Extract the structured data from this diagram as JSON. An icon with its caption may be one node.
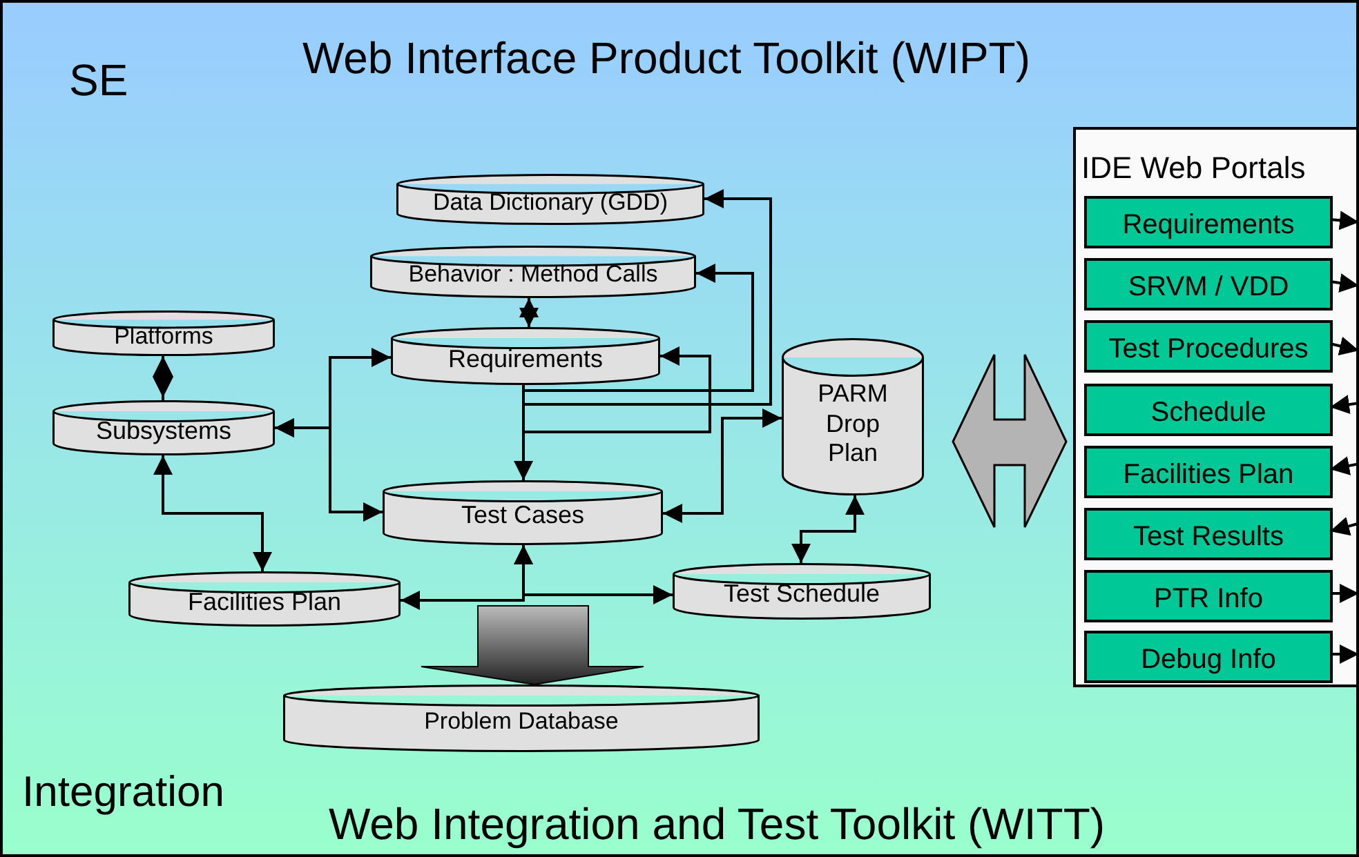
{
  "diagram": {
    "title": "Web Interface Product Toolkit (WIPT)",
    "nodes": [
      {
        "text": [
          "Data Dictionary (GDD)"
        ]
      },
      {
        "text": [
          "Behavior : Method Calls"
        ]
      },
      {
        "text": [
          "Platforms"
        ]
      },
      {
        "text": [
          "Requirements"
        ]
      },
      {
        "text": [
          "Subsystems"
        ]
      },
      {
        "text": [
          "PARM Drop Plan"
        ]
      },
      {
        "text": [
          "Test Cases"
        ]
      },
      {
        "text": [
          "Facilities Plan"
        ]
      },
      {
        "text": [
          "Test Schedule"
        ]
      },
      {
        "text": [
          "Problem Database"
        ]
      },
      {
        "text": [
          "IDE Web Portals"
        ]
      },
      {
        "text": [
          "Requirements"
        ],
        "in": 10
      },
      {
        "text": [
          "SRVM / VDD"
        ],
        "in": 10
      },
      {
        "text": [
          "Test Procedures"
        ],
        "in": 10
      },
      {
        "text": [
          "Schedule"
        ],
        "in": 10
      },
      {
        "text": [
          "Facilities Plan"
        ],
        "in": 10
      },
      {
        "text": [
          "Test Results"
        ],
        "in": 10
      },
      {
        "text": [
          "PTR Info"
        ],
        "in": 10
      },
      {
        "text": [
          "Debug Info"
        ],
        "in": 10
      }
    ],
    "edges": [
      {
        "from": 2,
        "to": 4,
        "arrow": "other"
      },
      {
        "from": 1,
        "to": 3,
        "arrow": "both"
      },
      {
        "from": 4,
        "to": 3,
        "arrow": "both"
      },
      {
        "from": 4,
        "to": 6,
        "arrow": "both"
      },
      {
        "from": 4,
        "to": 7,
        "arrow": "both"
      },
      {
        "from": 3,
        "to": 6,
        "arrow": "to"
      },
      {
        "from": 3,
        "to": 0,
        "arrow": "to"
      },
      {
        "from": 3,
        "to": 1,
        "arrow": "to"
      },
      {
        "from": 6,
        "to": 3,
        "arrow": "to"
      },
      {
        "from": 6,
        "to": 5,
        "arrow": "both"
      },
      {
        "from": 5,
        "to": 8,
        "arrow": "both"
      },
      {
        "from": 6,
        "to": 7,
        "arrow": "both"
      },
      {
        "from": 6,
        "to": 8,
        "arrow": "both"
      },
      {
        "from": 5,
        "to": 10,
        "arrow": "both",
        "style": "thick"
      },
      {
        "from": null,
        "to": 9,
        "arrow": "to",
        "style": "thick"
      },
      {
        "from": 11,
        "to": null,
        "arrow": "to"
      },
      {
        "from": 12,
        "to": null,
        "arrow": "to"
      },
      {
        "from": 13,
        "to": null,
        "arrow": "to"
      },
      {
        "from": null,
        "to": 14,
        "arrow": "to"
      },
      {
        "from": null,
        "to": 15,
        "arrow": "to"
      },
      {
        "from": null,
        "to": 16,
        "arrow": "to"
      },
      {
        "from": 17,
        "to": null,
        "arrow": "to"
      },
      {
        "from": 18,
        "to": null,
        "arrow": "to"
      }
    ],
    "labels": [
      "SE",
      "Integration",
      "Web Integration and Test Toolkit (WITT)"
    ]
  }
}
